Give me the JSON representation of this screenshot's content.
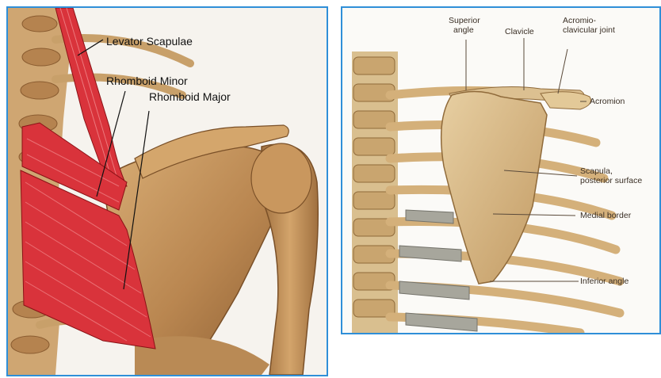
{
  "figures": {
    "rhomboids": {
      "labels": {
        "levator_scapulae": "Levator Scapulae",
        "rhomboid_minor": "Rhomboid Minor",
        "rhomboid_major": "Rhomboid Major"
      }
    },
    "scapula": {
      "labels": {
        "superior_angle_1": "Superior",
        "superior_angle_2": "angle",
        "clavicle": "Clavicle",
        "acromioclavicular_1": "Acromio-",
        "acromioclavicular_2": "clavicular joint",
        "acromion": "Acromion",
        "scapula_surface_1": "Scapula,",
        "scapula_surface_2": "posterior surface",
        "medial_border": "Medial border",
        "inferior_angle": "Inferior angle"
      }
    }
  },
  "colors": {
    "frame_border": "#2f8fd8",
    "bone": "#c89a62",
    "bone_shadow": "#8a5f33",
    "muscle": "#d9333b",
    "muscle_fiber": "#f28a8d",
    "cartilage": "#9a9a92"
  }
}
